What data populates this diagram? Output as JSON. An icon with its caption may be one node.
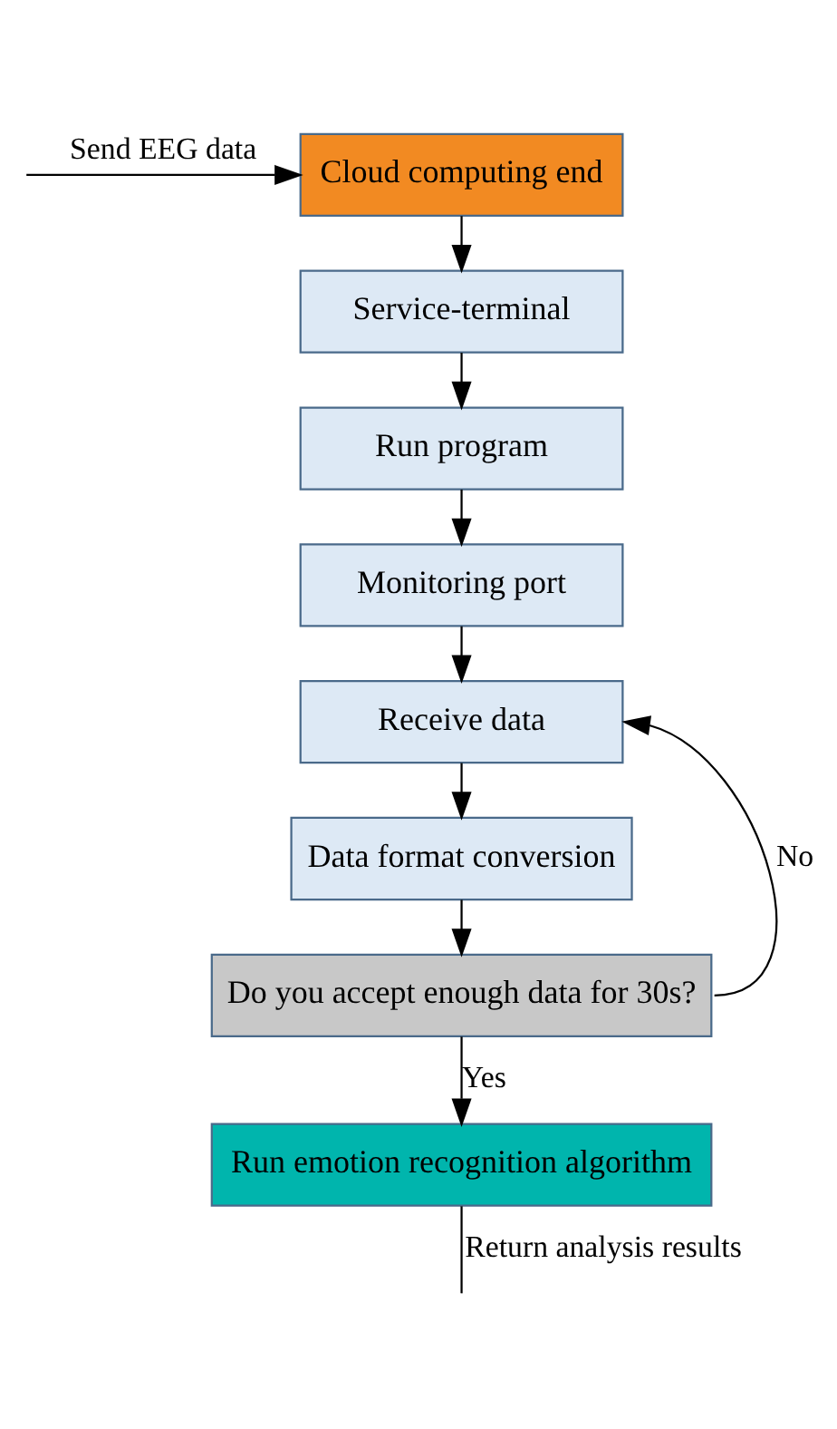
{
  "diagram": {
    "nodes": [
      {
        "text": [
          "Cloud computing end"
        ]
      },
      {
        "text": [
          "Service-terminal"
        ]
      },
      {
        "text": [
          "Run program"
        ]
      },
      {
        "text": [
          "Monitoring port"
        ]
      },
      {
        "text": [
          "Receive data"
        ]
      },
      {
        "text": [
          "Data format conversion"
        ]
      },
      {
        "text": [
          "Do you accept enough data for 30s?"
        ]
      },
      {
        "text": [
          "Run emotion recognition algorithm"
        ]
      }
    ],
    "edges": [
      {
        "from": null,
        "to": 0,
        "arrow": "to",
        "label": "Send EEG data"
      },
      {
        "from": 0,
        "to": 1,
        "arrow": "to"
      },
      {
        "from": 1,
        "to": 2,
        "arrow": "to"
      },
      {
        "from": 2,
        "to": 3,
        "arrow": "to"
      },
      {
        "from": 3,
        "to": 4,
        "arrow": "to"
      },
      {
        "from": 4,
        "to": 5,
        "arrow": "to"
      },
      {
        "from": 5,
        "to": 6,
        "arrow": "to"
      },
      {
        "from": 6,
        "to": 7,
        "arrow": "to",
        "label": "Yes"
      },
      {
        "from": 6,
        "to": 4,
        "arrow": "to",
        "label": "No"
      },
      {
        "from": 7,
        "to": null,
        "arrow": "none",
        "label": "Return analysis results"
      }
    ]
  }
}
